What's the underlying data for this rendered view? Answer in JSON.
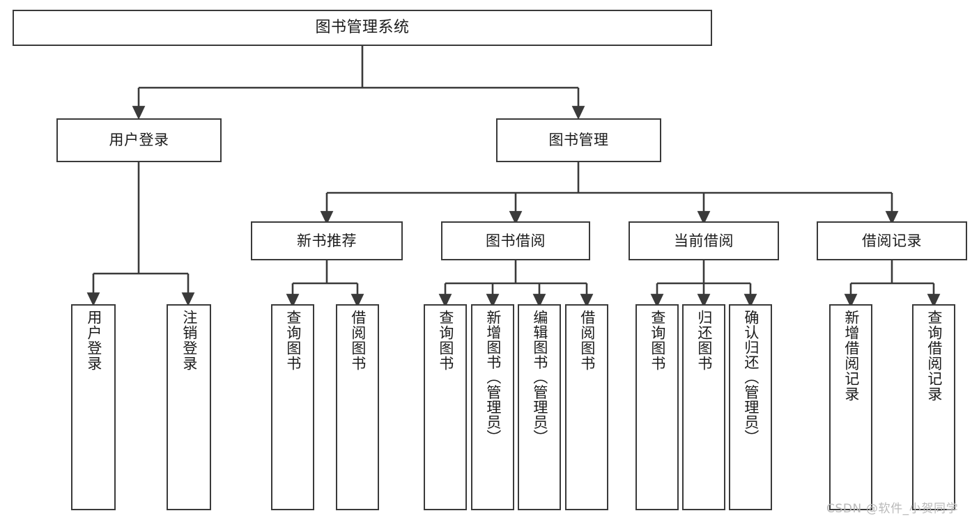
{
  "diagram": {
    "title": "图书管理系统",
    "type": "tree-hierarchy",
    "watermark": "CSDN @软件_小贺同学",
    "colors": {
      "stroke": "#3a3a3a",
      "fill": "#ffffff",
      "text": "#1b1b1b",
      "watermark": "#b9b9b9"
    },
    "root": {
      "label": "图书管理系统"
    },
    "level2": [
      {
        "label": "用户登录"
      },
      {
        "label": "图书管理"
      }
    ],
    "level3": [
      {
        "label": "新书推荐"
      },
      {
        "label": "图书借阅"
      },
      {
        "label": "当前借阅"
      },
      {
        "label": "借阅记录"
      }
    ],
    "leaves": {
      "user_login": [
        {
          "label": "用户登录"
        },
        {
          "label": "注销登录"
        }
      ],
      "new_book_recommend": [
        {
          "label": "查询图书"
        },
        {
          "label": "借阅图书"
        }
      ],
      "book_borrow": [
        {
          "label": "查询图书"
        },
        {
          "label": "新增图书（管理员）"
        },
        {
          "label": "编辑图书（管理员）"
        },
        {
          "label": "借阅图书"
        }
      ],
      "current_borrow": [
        {
          "label": "查询图书"
        },
        {
          "label": "归还图书"
        },
        {
          "label": "确认归还（管理员）"
        }
      ],
      "borrow_records": [
        {
          "label": "新增借阅记录"
        },
        {
          "label": "查询借阅记录"
        }
      ]
    }
  }
}
